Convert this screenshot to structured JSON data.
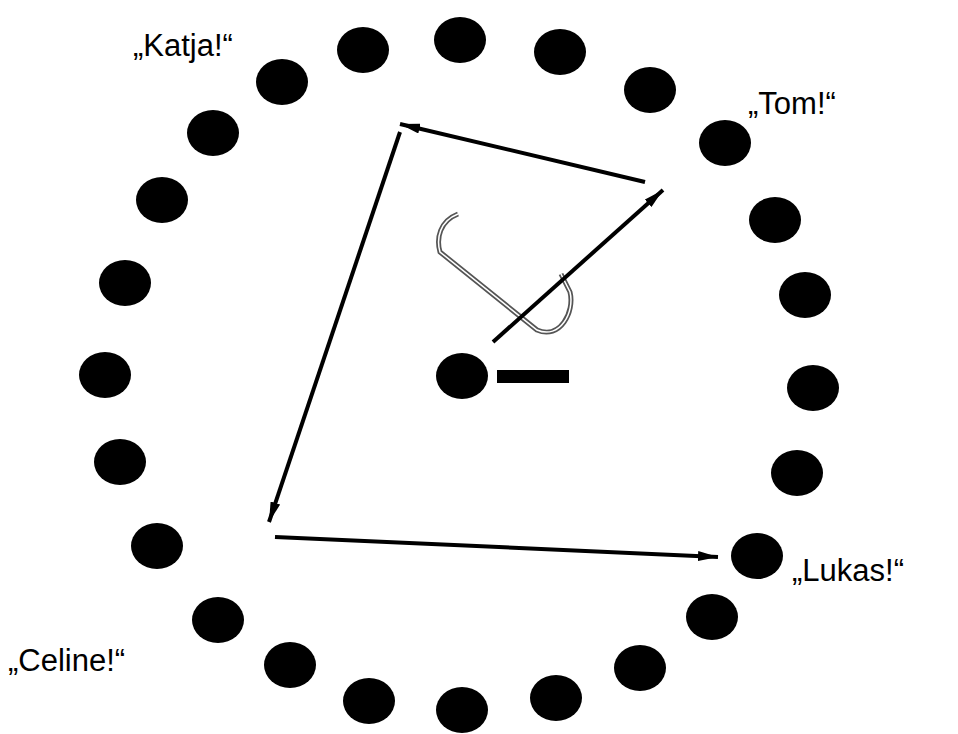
{
  "diagram": {
    "labels": [
      "„Katja!“",
      "„Tom!“",
      "„Lukas!“",
      "„Celine!“"
    ]
  }
}
